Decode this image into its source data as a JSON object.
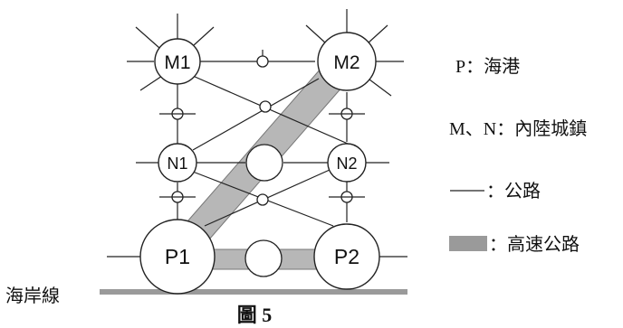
{
  "nodes": {
    "M1": "M1",
    "M2": "M2",
    "N1": "N1",
    "N2": "N2",
    "P1": "P1",
    "P2": "P2"
  },
  "legend": {
    "port": "P：海港",
    "inland": "M、N：內陸城鎮",
    "road": "：公路",
    "highway": "：高速公路"
  },
  "coastline_label": "海岸線",
  "caption": "圖 5",
  "colors": {
    "highway": "#b7b7b7",
    "line": "#222222",
    "coast": "#9a9a9a"
  }
}
